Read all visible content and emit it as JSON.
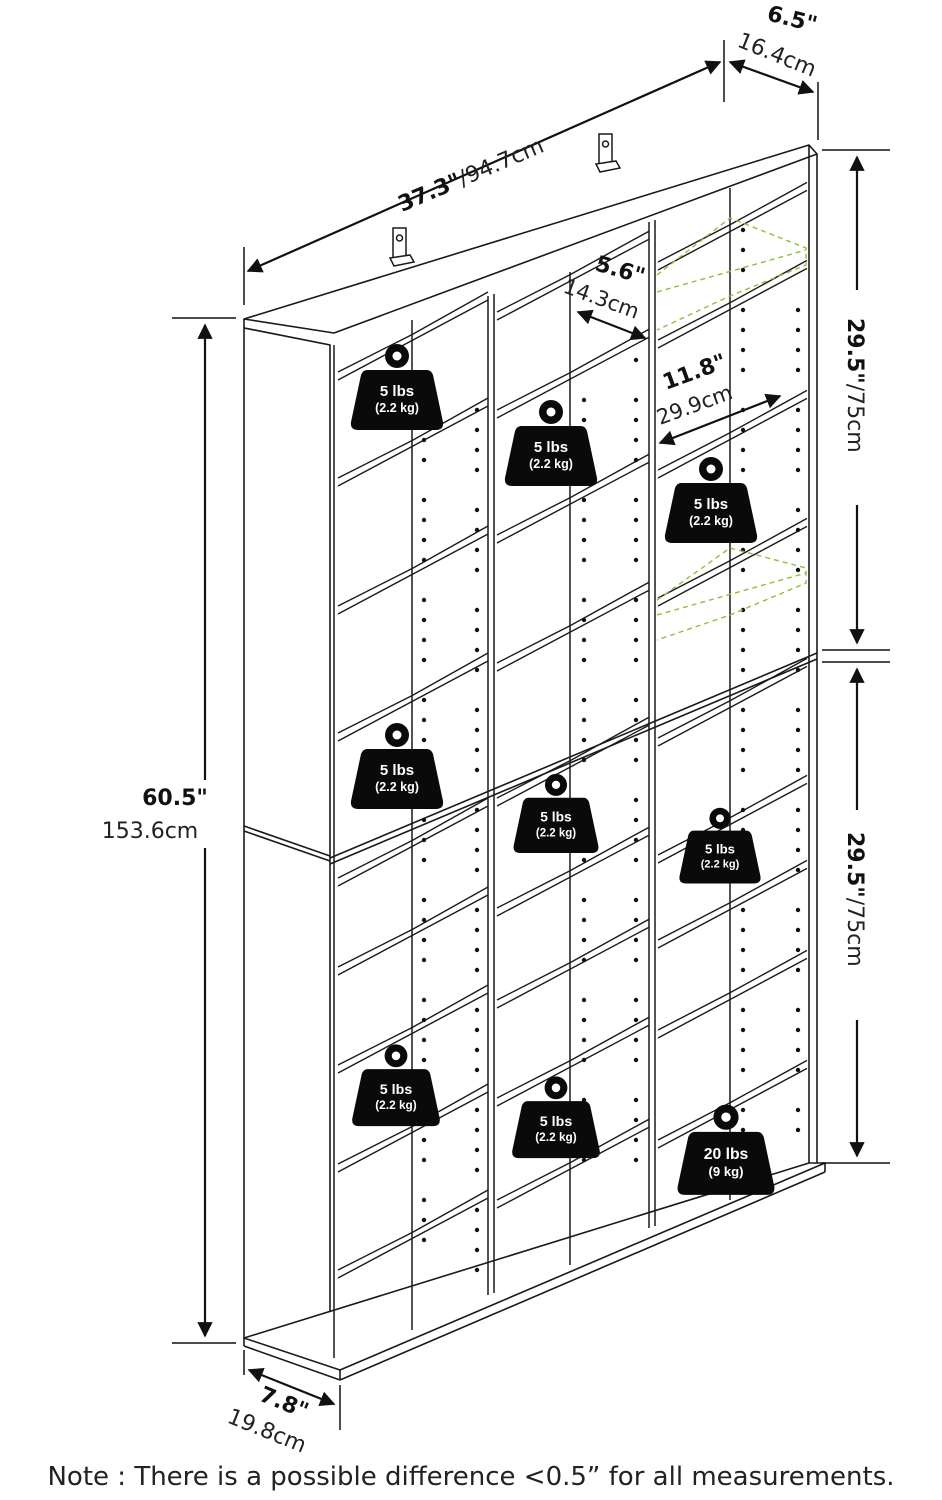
{
  "dimensions": {
    "width": {
      "imperial": "37.3\"",
      "metric": "/94.7cm"
    },
    "depth_top": {
      "imperial": "6.5\"",
      "metric": "16.4cm"
    },
    "inner_depth": {
      "imperial": "5.6\"",
      "metric": "14.3cm"
    },
    "inner_width": {
      "imperial": "11.8\"",
      "metric": "29.9cm"
    },
    "section_upper": {
      "imperial": "29.5\"",
      "metric": "/75cm"
    },
    "section_lower": {
      "imperial": "29.5\"",
      "metric": "/75cm"
    },
    "height": {
      "imperial": "60.5\"",
      "metric": "153.6cm"
    },
    "base_depth": {
      "imperial": "7.8\"",
      "metric": "19.8cm"
    }
  },
  "weight_labels": [
    {
      "lbs": "5 lbs",
      "kg": "(2.2 kg)"
    },
    {
      "lbs": "5 lbs",
      "kg": "(2.2 kg)"
    },
    {
      "lbs": "5 lbs",
      "kg": "(2.2 kg)"
    },
    {
      "lbs": "5 lbs",
      "kg": "(2.2 kg)"
    },
    {
      "lbs": "5 lbs",
      "kg": "(2.2 kg)"
    },
    {
      "lbs": "5 lbs",
      "kg": "(2.2 kg)"
    },
    {
      "lbs": "5 lbs",
      "kg": "(2.2 kg)"
    },
    {
      "lbs": "5 lbs",
      "kg": "(2.2 kg)"
    },
    {
      "lbs": "20 lbs",
      "kg": "(9 kg)"
    }
  ],
  "note": "Note : There is a possible difference <0.5” for all measurements.",
  "colors": {
    "line": "#1a1a1a",
    "weight_fill": "#0a0a0a",
    "dashed_guide": "#8dbf3f"
  }
}
